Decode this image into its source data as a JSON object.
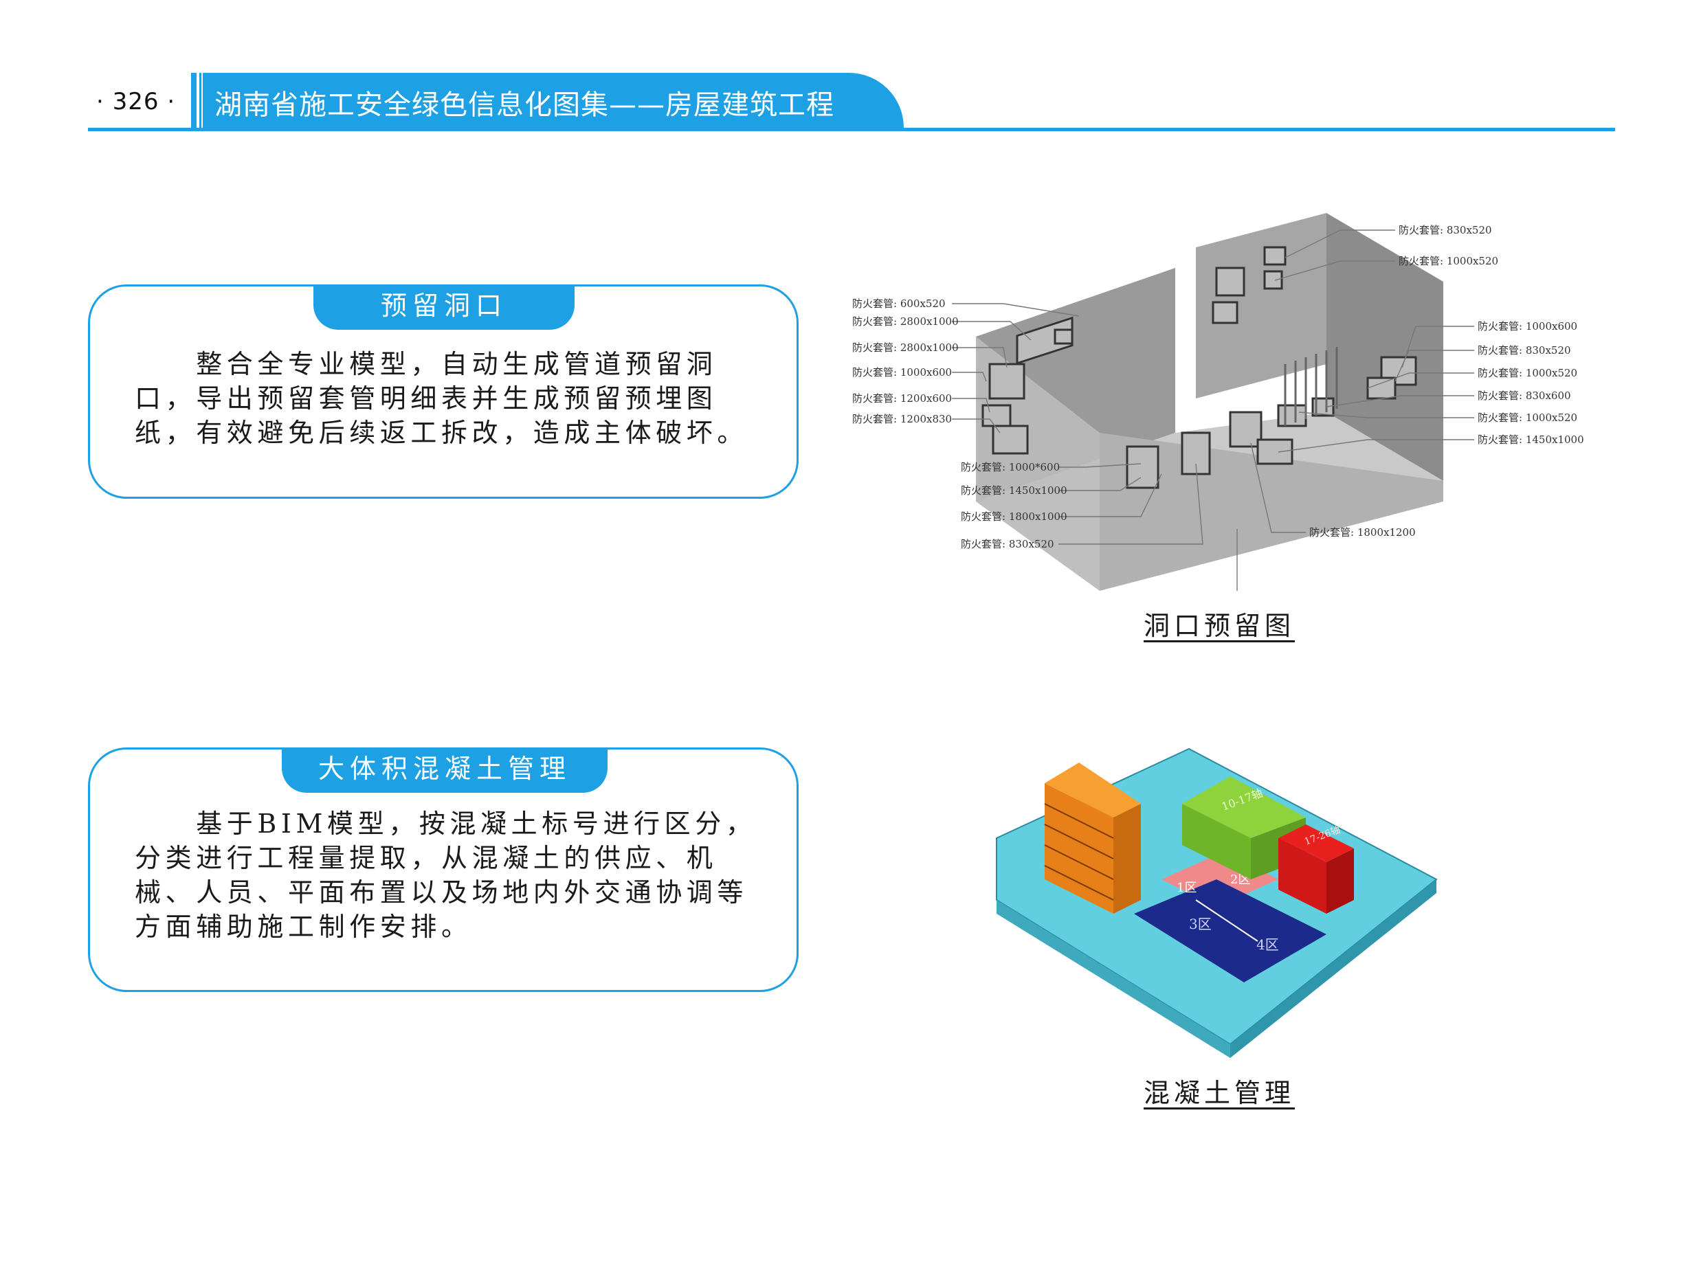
{
  "header": {
    "page_number": "· 326 ·",
    "title": "湖南省施工安全绿色信息化图集——房屋建筑工程"
  },
  "sections": [
    {
      "title": "预留洞口",
      "lines": [
        "　　整合全专业模型，自动生成管道预留洞",
        "口，导出预留套管明细表并生成预留预埋图",
        "纸，有效避免后续返工拆改，造成主体破坏。"
      ]
    },
    {
      "title": "大体积混凝土管理",
      "lines": [
        "　　基于BIM模型，按混凝土标号进行区分，",
        "分类进行工程量提取，从混凝土的供应、机",
        "械、人员、平面布置以及场地内外交通协调等",
        "方面辅助施工制作安排。"
      ]
    }
  ],
  "figures": {
    "openings": {
      "caption": "洞口预留图",
      "labels_left": [
        "防火套管: 600x520",
        "防火套管: 2800x1000",
        "防火套管: 2800x1000",
        "防火套管: 1000x600",
        "防火套管: 1200x600",
        "防火套管: 1200x830"
      ],
      "labels_bottom_left": [
        "防火套管: 1000*600",
        "防火套管: 1450x1000",
        "防火套管: 1800x1000",
        "防火套管: 830x520"
      ],
      "labels_top_right": [
        "防火套管: 830x520",
        "防火套管: 1000x520"
      ],
      "labels_right": [
        "防火套管: 1000x600",
        "防火套管: 830x520",
        "防火套管: 1000x520",
        "防火套管: 830x600",
        "防火套管: 1000x520",
        "防火套管: 1450x1000"
      ],
      "label_bottom_center": "防火套管: 1800x1200"
    },
    "concrete": {
      "caption": "混凝土管理",
      "zone_labels": [
        "1区",
        "2区",
        "3区",
        "4区"
      ],
      "building_labels": [
        "10-17轴",
        "17-26轴"
      ]
    }
  },
  "colors": {
    "accent": "#1ea0e4",
    "orange_block": "#f5a030",
    "green_block": "#8ed23c",
    "red_block": "#e8201e",
    "pink_zone": "#f08a8a",
    "navy_zone": "#1c2a8c",
    "teal_site": "#62cfe0"
  }
}
